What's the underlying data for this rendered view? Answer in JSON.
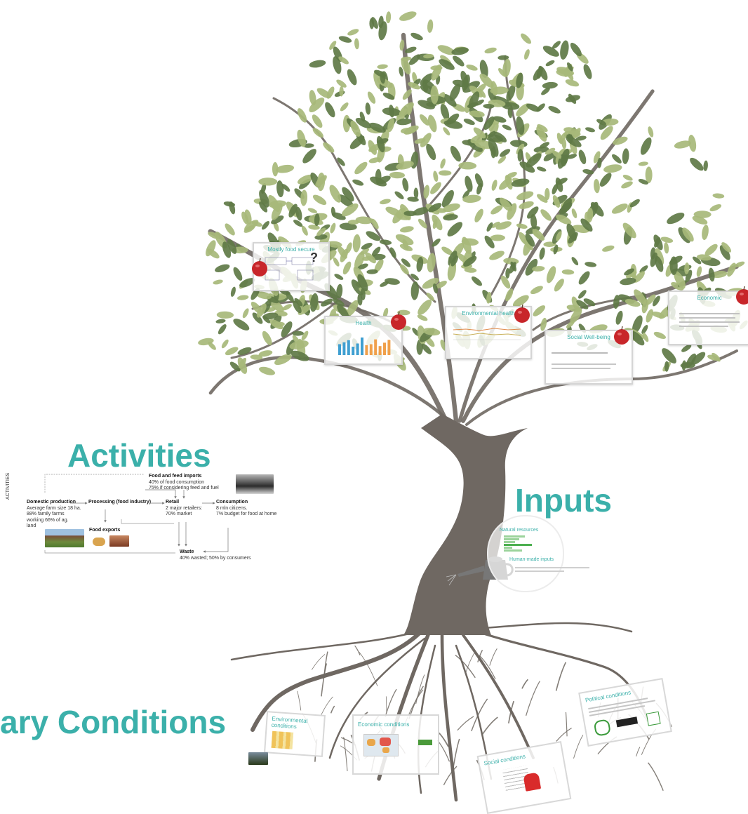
{
  "headings": {
    "activities": "Activities",
    "inputs": "Inputs",
    "boundary_conditions": "ary Conditions"
  },
  "fruit_cards": {
    "mostly_food_secure": "Mostly food secure",
    "health": "Health",
    "environmental_health": "Environmental health",
    "social_wellbeing": "Social Well-being",
    "economic": "Economic"
  },
  "activities_diagram": {
    "vertical_label": "ACTIVITIES",
    "imports_title": "Food and feed imports",
    "imports_line1": "40% of food consumption",
    "imports_line2": "75% if considering feed and fuel",
    "domestic_title": "Domestic production",
    "domestic_line1": "Average farm size 18 ha.",
    "domestic_line2": "88% family farms",
    "domestic_line3": "working 66% of ag.",
    "domestic_line4": "land",
    "processing_title": "Processing (food industry)",
    "retail_title": "Retail",
    "retail_line1": "2 major retailers:",
    "retail_line2": "70% market",
    "consumption_title": "Consumption",
    "consumption_line1": "8 mln citizens.",
    "consumption_line2": "7% budget for food at home",
    "exports_title": "Food exports",
    "waste_title": "Waste",
    "waste_line1": "40% wasted; 50% by consumers"
  },
  "inputs_panel": {
    "natural": "Natural resources",
    "human": "Human-made inputs"
  },
  "root_cards": {
    "environmental": "Environmental conditions",
    "economic": "Economic conditions",
    "social": "Social conditions",
    "political": "Political conditions"
  },
  "colors": {
    "accent": "#3bb0aa",
    "trunk": "#6f6862",
    "leaf_dark": "#5f7a47",
    "leaf_light": "#a7b97a",
    "apple": "#c8262a"
  }
}
